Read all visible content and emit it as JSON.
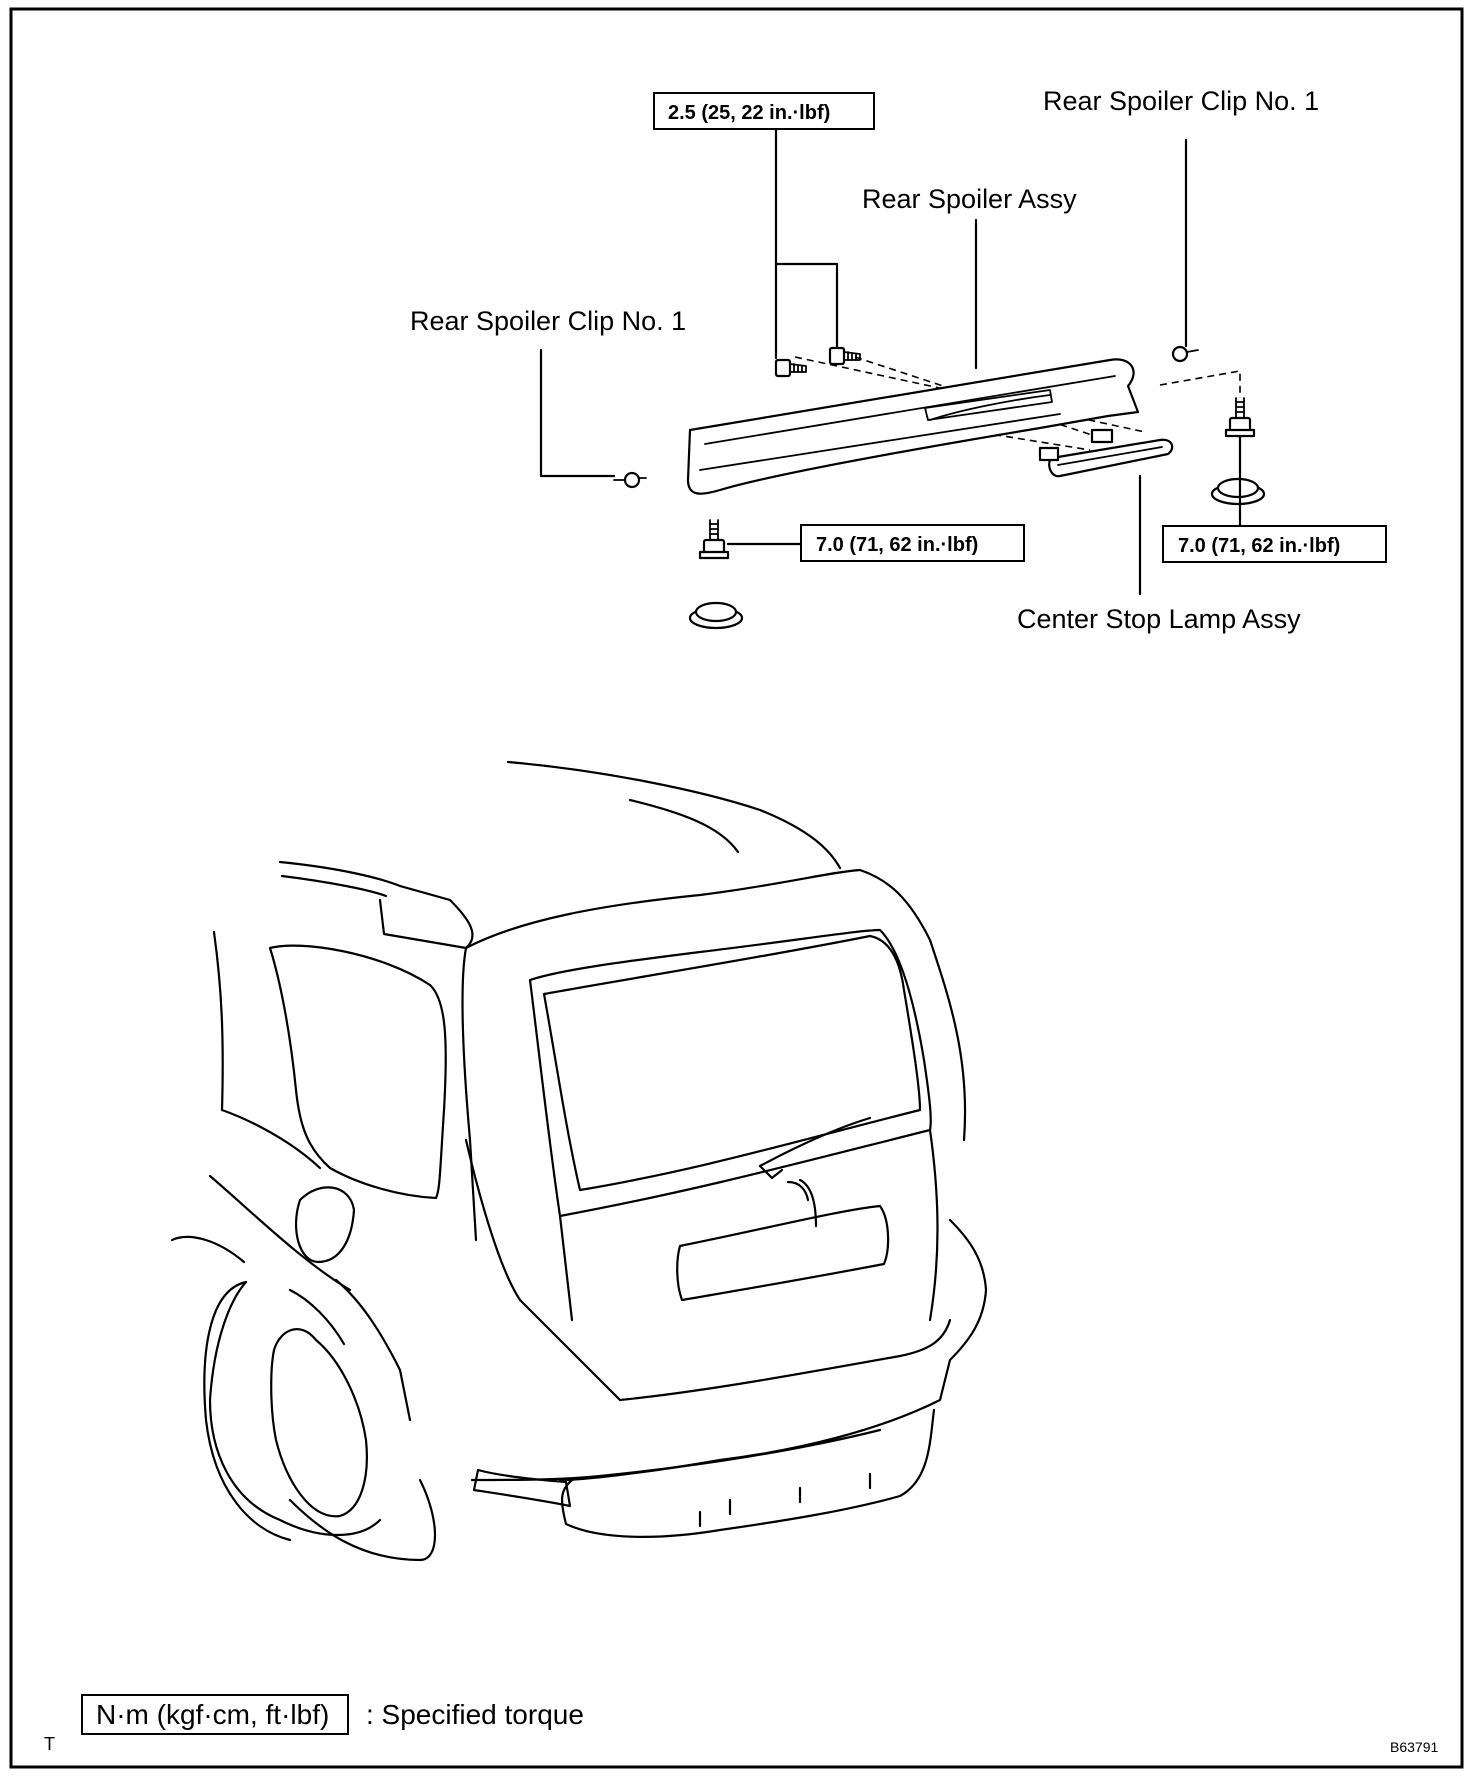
{
  "diagram": {
    "labels": {
      "clip_top_right": "Rear Spoiler Clip No. 1",
      "clip_left": "Rear Spoiler Clip No. 1",
      "spoiler_assy": "Rear Spoiler Assy",
      "center_stop_lamp": "Center Stop Lamp Assy"
    },
    "torque": {
      "top": "2.5 (25, 22 in.·lbf)",
      "left": "7.0 (71, 62 in.·lbf)",
      "right": "7.0 (71, 62 in.·lbf)"
    },
    "legend": {
      "unit_box": "N·m (kgf·cm, ft·lbf)",
      "description": ": Specified torque"
    },
    "corner_mark": "T",
    "figure_code": "B63791"
  }
}
